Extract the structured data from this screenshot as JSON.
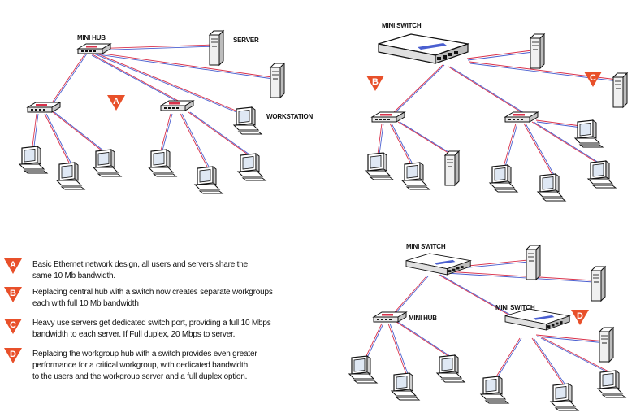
{
  "colors": {
    "badge": "#e8502a",
    "cable_red": "#d9304a",
    "cable_blue": "#4a5fd0",
    "screen": "#dfe8f4",
    "tower": "#eeeeee",
    "outline": "#111111"
  },
  "labels": {
    "mini_hub": "MINI HUB",
    "server": "SERVER",
    "workstation": "WORKSTATION",
    "mini_switch": "MINI SWITCH"
  },
  "badges": [
    "A",
    "B",
    "C",
    "D"
  ],
  "legend": [
    {
      "letter": "A",
      "lines": [
        "Basic Ethernet network design, all users and servers share the",
        "same 10 Mb bandwidth."
      ]
    },
    {
      "letter": "B",
      "lines": [
        "Replacing central hub with a switch now creates separate workgroups",
        "each with full 10 Mb bandwidth"
      ]
    },
    {
      "letter": "C",
      "lines": [
        "Heavy use servers get dedicated switch port, providing a full 10 Mbps",
        "bandwidth to each server.  If Full duplex, 20 Mbps to server."
      ]
    },
    {
      "letter": "D",
      "lines": [
        "Replacing the workgroup hub with a switch provides even greater",
        "performance for a critical workgroup, with dedicated bandwidth",
        "to the users and the workgroup server and a full duplex option."
      ]
    }
  ]
}
